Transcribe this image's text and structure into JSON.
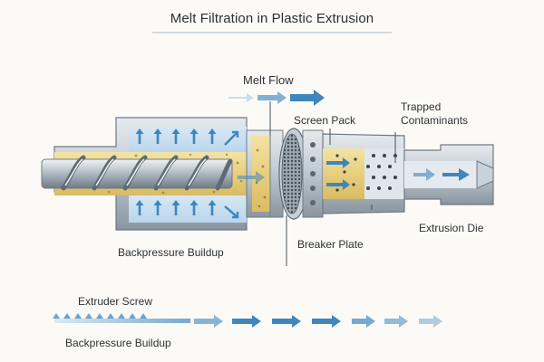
{
  "title": "Melt Filtration in Plastic Extrusion",
  "labels": {
    "melt_flow": "Melt Flow",
    "screen_pack": "Screen Pack",
    "trapped_contaminants": [
      "Trapped",
      "Contaminants"
    ],
    "breaker_plate": "Breaker Plate",
    "extrusion_die": "Extrusion Die",
    "backpressure_upper": "Backpressure Buildup",
    "extruder_screw": "Extruder Screw",
    "backpressure_lower": "Backpressure Buildup"
  },
  "colors": {
    "barrel": "#b9c3cc",
    "barrel_dark": "#7f8a95",
    "melt": "#e9d48c",
    "pressure_zone": "#cfe3f1",
    "flow_arrow": "#3f86bd",
    "title_rule": "#a9b9c8"
  }
}
